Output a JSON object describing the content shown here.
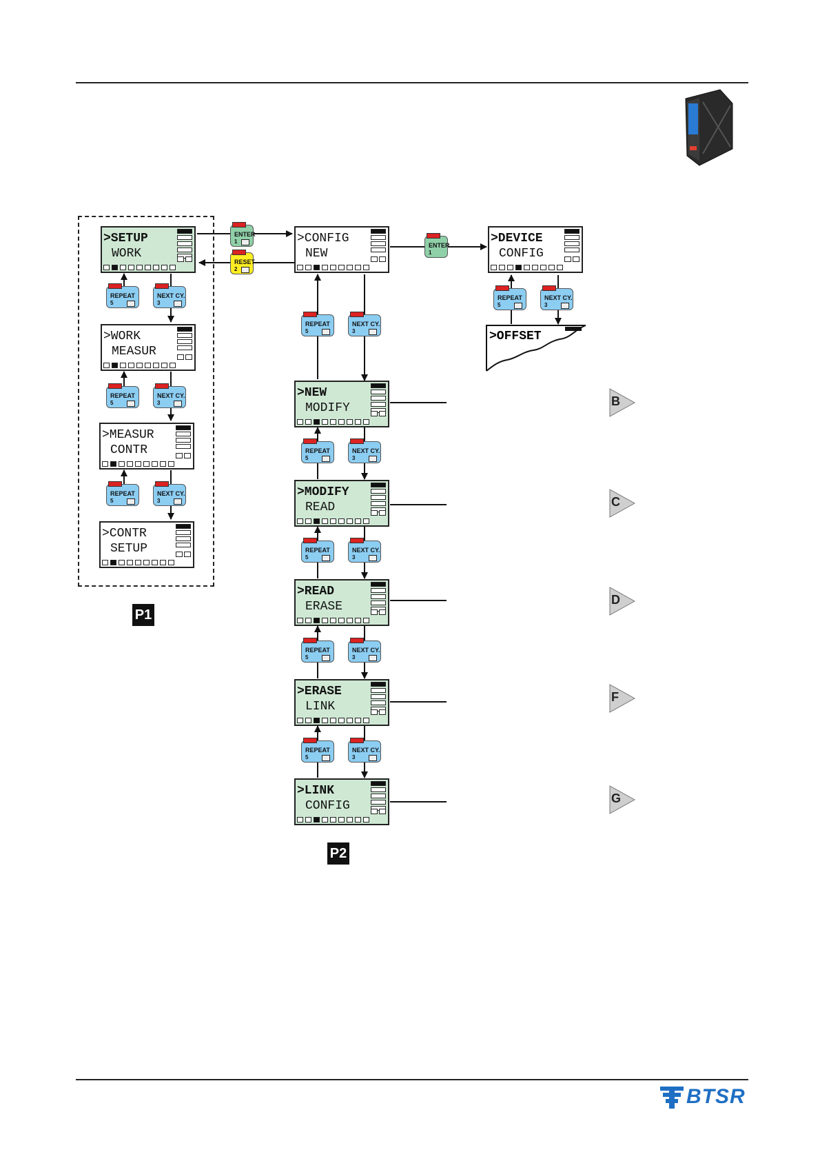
{
  "screens": {
    "setup": {
      "l1": ">SETUP",
      "l2": "WORK"
    },
    "work": {
      "l1": ">WORK",
      "l2": "MEASUR"
    },
    "measur": {
      "l1": ">MEASUR",
      "l2": "CONTR"
    },
    "contr": {
      "l1": ">CONTR",
      "l2": "SETUP"
    },
    "config": {
      "l1": ">CONFIG",
      "l2": "NEW"
    },
    "device": {
      "l1": ">DEVICE",
      "l2": "CONFIG"
    },
    "offset": {
      "l1": ">OFFSET"
    },
    "new": {
      "l1": ">NEW",
      "l2": "MODIFY"
    },
    "modify": {
      "l1": ">MODIFY",
      "l2": "READ"
    },
    "read": {
      "l1": ">READ",
      "l2": "ERASE"
    },
    "erase": {
      "l1": ">ERASE",
      "l2": "LINK"
    },
    "link": {
      "l1": ">LINK",
      "l2": "CONFIG"
    }
  },
  "keys": {
    "repeat": "REPEAT",
    "repeat_num": "5",
    "next": "NEXT CY.",
    "next_num": "3",
    "enter": "ENTER",
    "enter_num": "1",
    "reset": "RESET",
    "reset_num": "2"
  },
  "labels": {
    "p1": "P1",
    "p2": "P2"
  },
  "refs": [
    "B",
    "C",
    "D",
    "F",
    "G"
  ],
  "brand": "BTSR",
  "colors": {
    "lcd_green": "#cfe8d4",
    "key_blue": "#8ccdf2",
    "key_green": "#8fd0a8",
    "key_yellow": "#ffee22",
    "brand_blue": "#1e6fc4"
  }
}
